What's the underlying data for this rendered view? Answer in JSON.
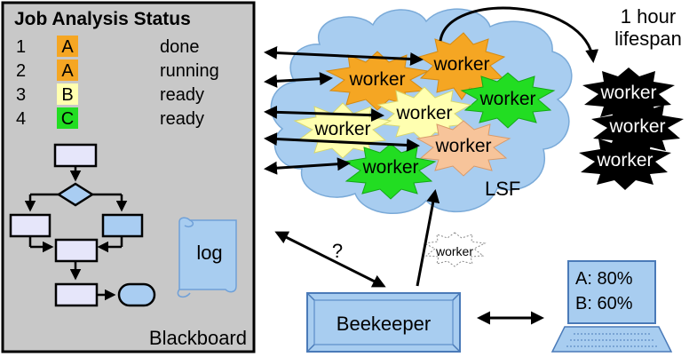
{
  "blackboard": {
    "title": "Job Analysis Status",
    "label": "Blackboard",
    "rows": [
      {
        "num": "1",
        "letter": "A",
        "status": "done",
        "color": "#f5a623"
      },
      {
        "num": "2",
        "letter": "A",
        "status": "running",
        "color": "#f5a623"
      },
      {
        "num": "3",
        "letter": "B",
        "status": "ready",
        "color": "#ffffb0"
      },
      {
        "num": "4",
        "letter": "C",
        "status": "ready",
        "color": "#22dd22"
      }
    ]
  },
  "log_label": "log",
  "lsf_label": "LSF",
  "lifespan": {
    "line1": "1 hour",
    "line2": "lifespan"
  },
  "worker_label": "worker",
  "question_mark": "?",
  "beekeeper_label": "Beekeeper",
  "monitor": {
    "line1": "A: 80%",
    "line2": "B: 60%"
  },
  "colors": {
    "blackboard_bg": "#c8c8c8",
    "cloud": "#a8cdf0",
    "worker_orange": "#f5a623",
    "worker_yellow": "#ffffb0",
    "worker_green": "#22dd22",
    "worker_peach": "#f7c49a",
    "worker_black": "#000000",
    "flow_box": "#e6e6fa",
    "flow_blue": "#a9cdf2",
    "beekeeper_box": "#a8cdf0"
  }
}
